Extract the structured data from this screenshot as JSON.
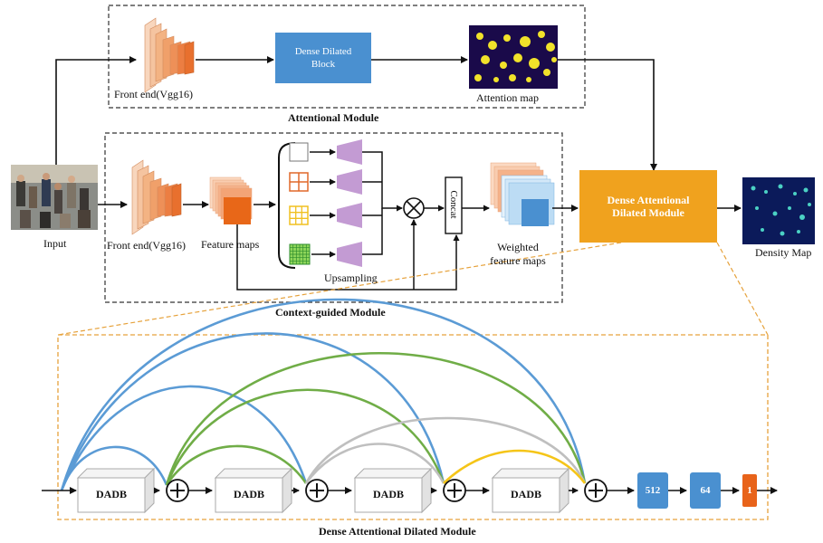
{
  "attentional_module": {
    "title": "Attentional Module",
    "frontend_label": "Front end(Vgg16)",
    "dense_block_label": "Dense Dilated Block",
    "attention_map_label": "Attention map"
  },
  "context_module": {
    "title": "Context-guided Module",
    "input_label": "Input",
    "frontend_label": "Front end(Vgg16)",
    "feature_maps_label": "Feature maps",
    "upsampling_label": "Upsampling",
    "concat_label": "Concat",
    "weighted_label": "Weighted feature maps"
  },
  "output": {
    "dam_label": "Dense Attentional Dilated Module",
    "density_map_label": "Density Map"
  },
  "dadm": {
    "title": "Dense Attentional Dilated Module",
    "blocks": [
      "DADB",
      "DADB",
      "DADB",
      "DADB"
    ],
    "conv_channels": [
      "512",
      "64",
      "1"
    ]
  },
  "colors": {
    "blue_box": "#4a90d0",
    "orange_box": "#f0a21e",
    "conv_small": "#e8631a",
    "arc_blue": "#5b9bd5",
    "arc_green": "#70ad47",
    "arc_gray": "#bfbfbf",
    "arc_yellow": "#f5c518",
    "dashed_frame": "#e6a23c"
  }
}
